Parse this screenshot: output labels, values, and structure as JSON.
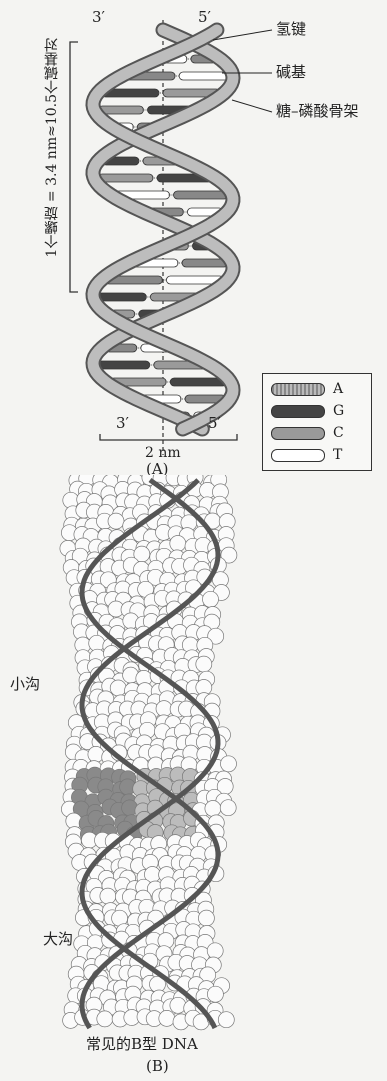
{
  "panel_a": {
    "end_top_left": "3′",
    "end_top_right": "5′",
    "end_bottom_left": "3′",
    "end_bottom_right": "5′",
    "label_hydrogen_bond": "氢键",
    "label_base": "碱基",
    "label_backbone": "糖–磷酸骨架",
    "label_turn": "1个螺旋 = 3.4 nm≈10.5个碱基对",
    "label_width": "2 nm",
    "caption": "(A)",
    "legend": [
      {
        "letter": "A",
        "style": "hatched"
      },
      {
        "letter": "G",
        "style": "dark"
      },
      {
        "letter": "C",
        "style": "gray"
      },
      {
        "letter": "T",
        "style": "white"
      }
    ]
  },
  "panel_b": {
    "label_minor_groove": "小沟",
    "label_major_groove": "大沟",
    "title": "常见的B型 DNA",
    "caption": "(B)"
  }
}
